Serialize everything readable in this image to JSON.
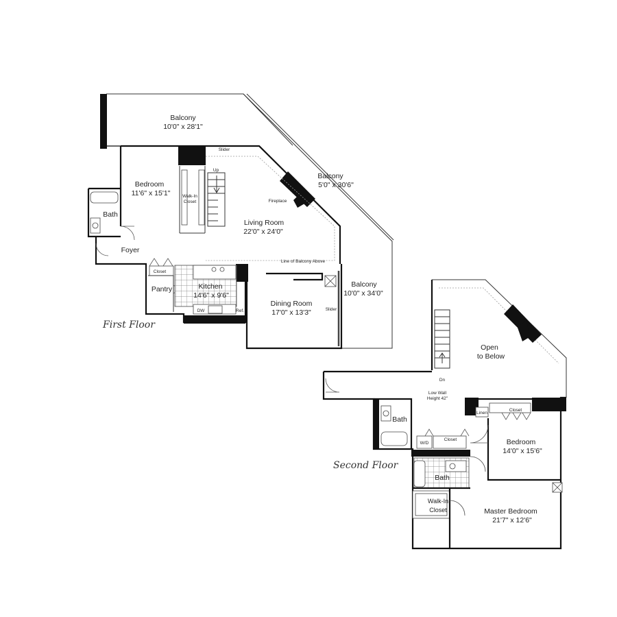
{
  "first_floor": {
    "title": "First Floor",
    "rooms": {
      "balcony_top": {
        "name": "Balcony",
        "dims": "10'0\" x 28'1\""
      },
      "balcony_diag": {
        "name": "Balcony",
        "dims": "5'0\" x 30'6\""
      },
      "balcony_right": {
        "name": "Balcony",
        "dims": "10'0\" x 34'0\""
      },
      "bedroom": {
        "name": "Bedroom",
        "dims": "11'6\" x 15'1\""
      },
      "living": {
        "name": "Living Room",
        "dims": "22'0\" x 24'0\""
      },
      "dining": {
        "name": "Dining Room",
        "dims": "17'0\" x 13'3\""
      },
      "kitchen": {
        "name": "Kitchen",
        "dims": "14'6\" x 9'6\""
      }
    },
    "labels": {
      "bath": "Bath",
      "foyer": "Foyer",
      "pantry": "Pantry",
      "closet": "Closet",
      "walkin_l1": "Walk-In",
      "walkin_l2": "Closet",
      "slider_top": "Slider",
      "slider_right": "Slider",
      "up": "Up",
      "fireplace": "Fireplace",
      "balcony_above": "Line of Balcony Above",
      "dw": "DW",
      "ref": "Ref."
    }
  },
  "second_floor": {
    "title": "Second Floor",
    "rooms": {
      "open_l1": "Open",
      "open_l2": "to Below",
      "bedroom": {
        "name": "Bedroom",
        "dims": "14'0\" x 15'6\""
      },
      "master": {
        "name": "Master Bedroom",
        "dims": "21'7\" x 12'6\""
      }
    },
    "labels": {
      "bath1": "Bath",
      "bath2": "Bath",
      "dn": "Dn",
      "low_wall_l1": "Low Wall",
      "low_wall_l2": "Height 42\"",
      "closet_hall": "Closet",
      "closet_bed": "Closet",
      "linen": "Linen",
      "wd": "W/D",
      "walkin_l1": "Walk-In",
      "walkin_l2": "Closet"
    }
  }
}
